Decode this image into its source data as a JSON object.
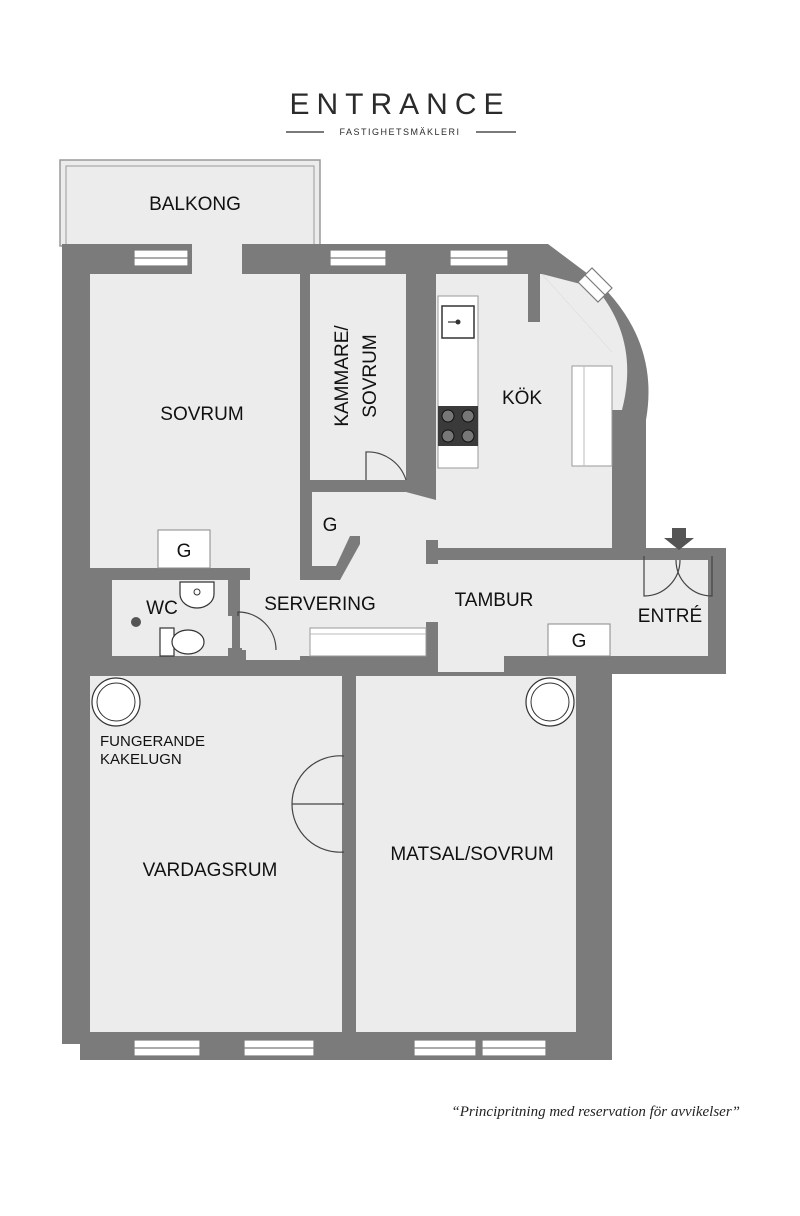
{
  "brand": {
    "name": "ENTRANCE",
    "tagline": "FASTIGHETSMÄKLERI"
  },
  "rooms": {
    "balkong": "BALKONG",
    "sovrum": "SOVRUM",
    "kammare_line1": "KAMMARE/",
    "kammare_line2": "SOVRUM",
    "kok": "KÖK",
    "wc": "WC",
    "servering": "SERVERING",
    "tambur": "TAMBUR",
    "entre": "ENTRÉ",
    "kakelugn_line1": "FUNGERANDE",
    "kakelugn_line2": "KAKELUGN",
    "vardagsrum": "VARDAGSRUM",
    "matsal": "MATSAL/SOVRUM"
  },
  "closets": {
    "g_sovrum": "G",
    "g_kammare": "G",
    "g_entre": "G"
  },
  "disclaimer": "“Principritning med reservation för avvikelser”",
  "colors": {
    "wall": "#7b7b7c",
    "floor": "#ececec",
    "fixture": "#ffffff",
    "stove": "#3a3a3a",
    "text": "#111111"
  }
}
